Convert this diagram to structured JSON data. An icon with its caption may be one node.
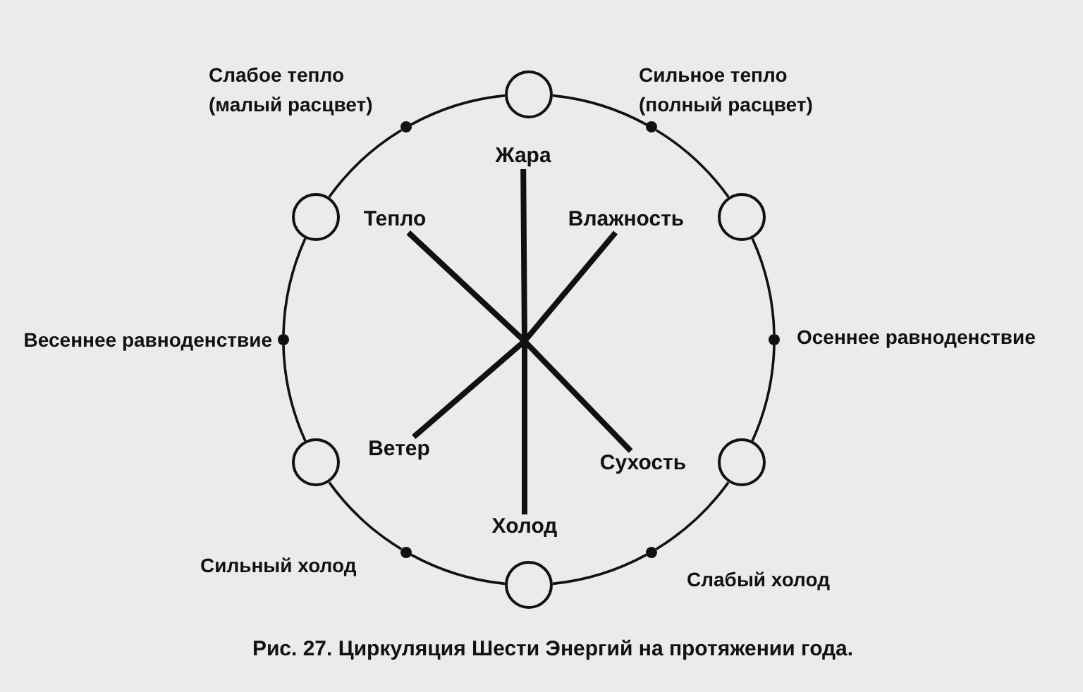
{
  "diagram": {
    "caption": "Рис. 27. Циркуляция Шести Энергий на протяжении года.",
    "nodes": [
      {
        "text": [],
        "shape": "circle"
      },
      {
        "text": [],
        "shape": "dot",
        "beside": [
          "Слабое тепло (малый расцвет)"
        ]
      },
      {
        "text": [],
        "shape": "dot",
        "beside": [
          "Сильное тепло (полный расцвет)"
        ]
      },
      {
        "text": [
          "Жара"
        ]
      },
      {
        "text": [],
        "shape": "circle"
      },
      {
        "text": [],
        "shape": "circle"
      },
      {
        "text": [
          "Тепло"
        ]
      },
      {
        "text": [
          "Влажность"
        ]
      },
      {
        "text": [],
        "shape": "dot",
        "beside": [
          "Весеннее равноденствие"
        ]
      },
      {
        "text": [],
        "shape": "dot",
        "beside": [
          "Осеннее равноденствие"
        ]
      },
      {
        "text": [
          "Ветер"
        ]
      },
      {
        "text": [
          "Сухость"
        ]
      },
      {
        "text": [],
        "shape": "circle"
      },
      {
        "text": [],
        "shape": "circle"
      },
      {
        "text": [
          "Холод"
        ]
      },
      {
        "text": [],
        "shape": "dot",
        "beside": [
          "Сильный холод"
        ]
      },
      {
        "text": [],
        "shape": "dot",
        "beside": [
          "Слабый холод"
        ]
      },
      {
        "text": [],
        "shape": "circle"
      }
    ],
    "edges": [
      {
        "from": 0,
        "to": 2,
        "arrow": "none"
      },
      {
        "from": 2,
        "to": 5,
        "arrow": "none"
      },
      {
        "from": 5,
        "to": 9,
        "arrow": "none"
      },
      {
        "from": 9,
        "to": 13,
        "arrow": "none"
      },
      {
        "from": 13,
        "to": 16,
        "arrow": "none"
      },
      {
        "from": 16,
        "to": 17,
        "arrow": "none"
      },
      {
        "from": 17,
        "to": 15,
        "arrow": "none"
      },
      {
        "from": 15,
        "to": 12,
        "arrow": "none"
      },
      {
        "from": 12,
        "to": 8,
        "arrow": "none"
      },
      {
        "from": 8,
        "to": 4,
        "arrow": "none"
      },
      {
        "from": 4,
        "to": 1,
        "arrow": "none"
      },
      {
        "from": 1,
        "to": 0,
        "arrow": "none"
      },
      {
        "from": 3,
        "to": 14,
        "arrow": "none",
        "style": "thick"
      },
      {
        "from": 6,
        "to": 11,
        "arrow": "none",
        "style": "thick"
      },
      {
        "from": 7,
        "to": 10,
        "arrow": "none",
        "style": "thick"
      }
    ]
  }
}
